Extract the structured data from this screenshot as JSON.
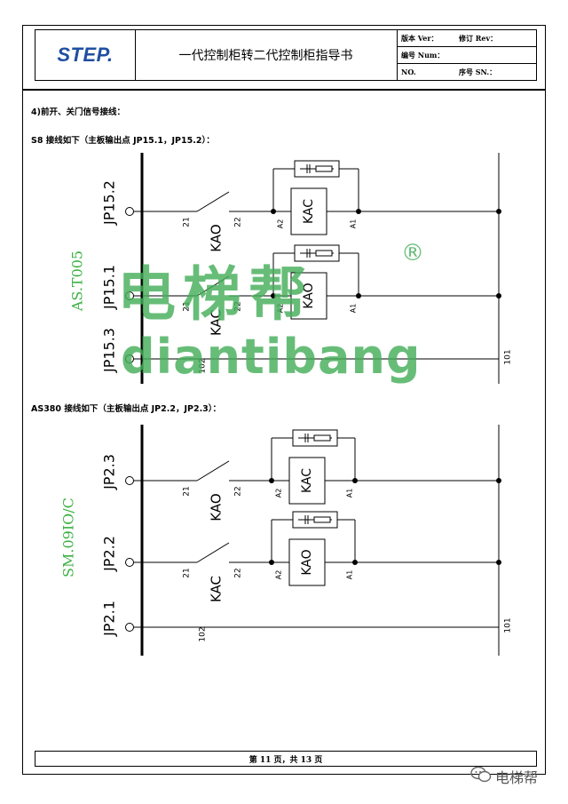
{
  "header": {
    "logo": "STEP.",
    "title": "一代控制柜转二代控制柜指导书",
    "version_label": "版本 Ver：",
    "revision_label": "修订 Rev：",
    "number_label": "编号 Num：",
    "no_label": "NO.",
    "serial_label": "序号 SN.："
  },
  "section": {
    "heading": "4)前开、关门信号接线：",
    "s8_heading": "S8 接线如下（主板输出点 JP15.1，JP15.2）：",
    "as380_heading": "AS380 接线如下（主板输出点 JP2.2，JP2.3）："
  },
  "diagram1": {
    "board_label": "AS.T005",
    "rows": [
      {
        "terminal": "JP15.2",
        "in_pin": "21",
        "out_pin": "22",
        "contact": "KAO",
        "coil": "KAC",
        "a2": "A2",
        "a1": "A1"
      },
      {
        "terminal": "JP15.1",
        "in_pin": "21",
        "out_pin": "22",
        "contact": "KAC",
        "coil": "KAO",
        "a2": "A2",
        "a1": "A1"
      },
      {
        "terminal": "JP15.3",
        "wire": "102",
        "common": "101"
      }
    ]
  },
  "diagram2": {
    "board_label": "SM.09IO/C",
    "rows": [
      {
        "terminal": "JP2.3",
        "in_pin": "21",
        "out_pin": "22",
        "contact": "KAO",
        "coil": "KAC",
        "a2": "A2",
        "a1": "A1"
      },
      {
        "terminal": "JP2.2",
        "in_pin": "21",
        "out_pin": "22",
        "contact": "KAC",
        "coil": "KAO",
        "a2": "A2",
        "a1": "A1"
      },
      {
        "terminal": "JP2.1",
        "wire": "102",
        "common": "101"
      }
    ]
  },
  "watermark": {
    "chinese": "电梯帮",
    "registered": "®",
    "pinyin": "diantibang"
  },
  "footer": {
    "page_text": "第 11 页，共 13 页"
  },
  "wechat": {
    "icon": "wechat-icon",
    "label": "电梯帮"
  },
  "colors": {
    "logo": "#1f4fa0",
    "board_label": "#3cb043",
    "watermark": "#46af5a"
  }
}
